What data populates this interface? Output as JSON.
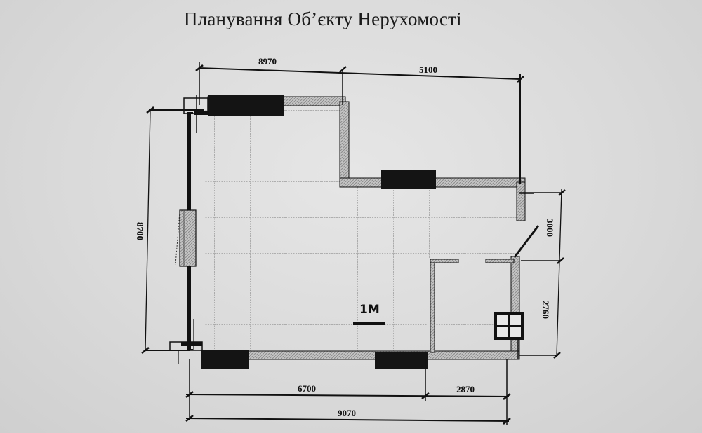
{
  "document": {
    "title": "Планування Об’єкту Нерухомості"
  },
  "floor_plan": {
    "scale_bar_label": "1М",
    "dimensions": {
      "top": [
        {
          "id": "top-left",
          "value": "8970"
        },
        {
          "id": "top-right",
          "value": "5100"
        }
      ],
      "left": [
        {
          "id": "left-overall",
          "value": "8700"
        }
      ],
      "right": [
        {
          "id": "right-upper",
          "value": "3000"
        },
        {
          "id": "right-lower",
          "value": "2760"
        }
      ],
      "bottom": [
        {
          "id": "bottom-left",
          "value": "6700"
        },
        {
          "id": "bottom-right",
          "value": "2870"
        },
        {
          "id": "bottom-overall",
          "value": "9070"
        }
      ]
    },
    "colors": {
      "paper": "#dcdcdc",
      "ink": "#111111",
      "wall_hatch": "#a9a9a9",
      "grid": "#8a8a8a",
      "window_block": "#141414"
    }
  }
}
